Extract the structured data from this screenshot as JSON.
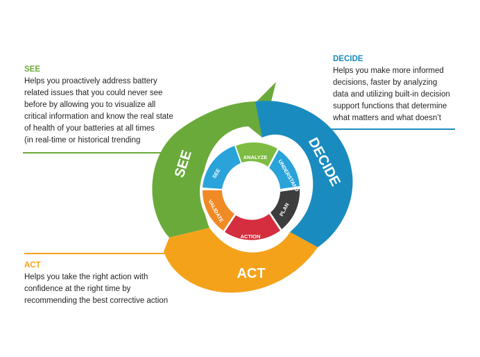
{
  "callouts": {
    "see": {
      "heading": "SEE",
      "text": "Helps you proactively address battery\nrelated issues that you could never see\nbefore by allowing you to visualize all\ncritical information and know the real state\nof health of your batteries at all times\n(in real-time or historical trending"
    },
    "decide": {
      "heading": "DECIDE",
      "text": "Helps you make more informed\ndecisions, faster by analyzing\ndata and utilizing built-in decision\nsupport  functions that determine\nwhat matters and what doesn’t"
    },
    "act": {
      "heading": "ACT",
      "text": "Helps you take the right action with\nconfidence at the right time by\nrecommending the best corrective action"
    }
  },
  "outer_ring": {
    "see": "SEE",
    "decide": "DECIDE",
    "act": "ACT"
  },
  "inner_ring": {
    "analyze": "ANALYZE",
    "understand": "UNDERSTAND",
    "plan": "PLAN",
    "action": "ACTION",
    "validate": "VALIDATE",
    "see": "SEE"
  },
  "colors": {
    "green": "#6aaa3a",
    "light_green": "#7dbb42",
    "blue": "#1a8bbf",
    "light_blue": "#29a3d9",
    "orange": "#f5a21b",
    "dark_gray": "#3d3d3d",
    "red": "#d42e3f",
    "inner_orange": "#f08a24"
  }
}
